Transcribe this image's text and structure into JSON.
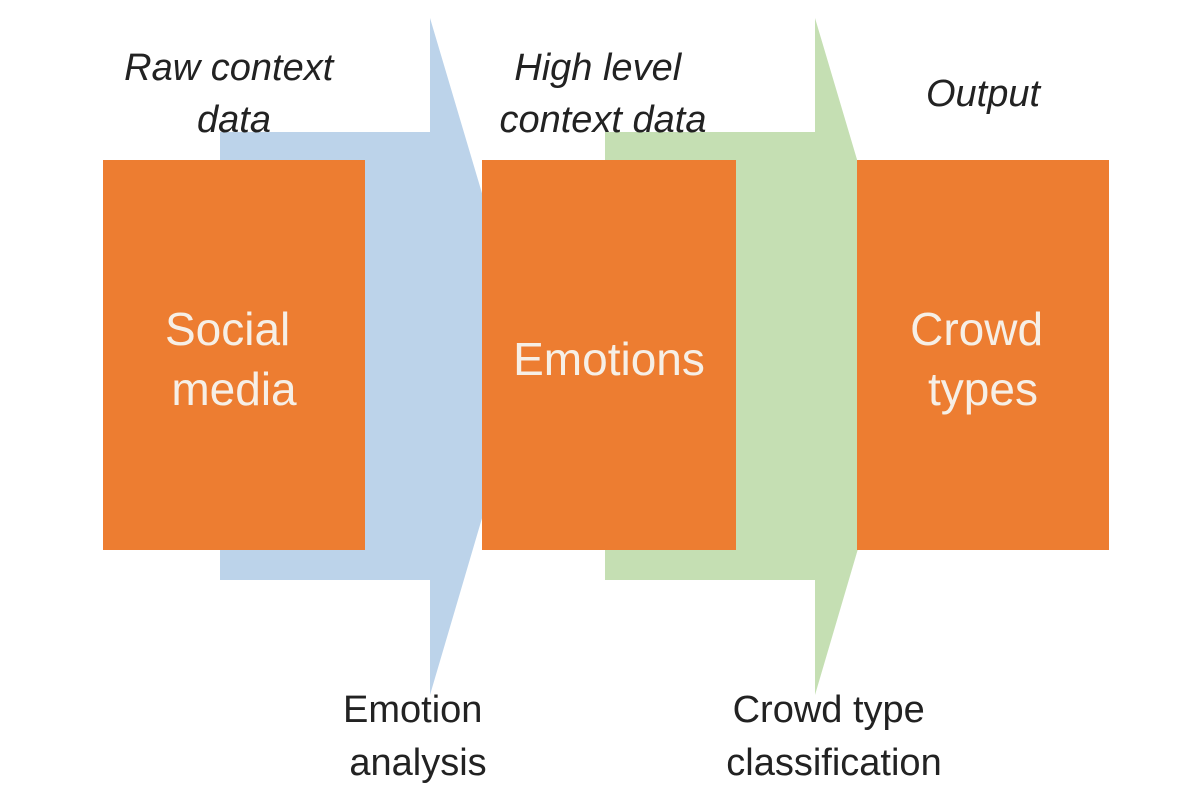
{
  "stages": [
    {
      "top_label": [
        "Raw context",
        "data"
      ],
      "box_label": [
        "Social",
        "media"
      ]
    },
    {
      "top_label": [
        "High level",
        "context data"
      ],
      "box_label": [
        "Emotions"
      ]
    },
    {
      "top_label": [
        "Output"
      ],
      "box_label": [
        "Crowd",
        "types"
      ]
    }
  ],
  "processes": [
    {
      "label": [
        "Emotion",
        "analysis"
      ],
      "color": "#bcd3ea"
    },
    {
      "label": [
        "Crowd type",
        "classification"
      ],
      "color": "#c5dfb3"
    }
  ],
  "colors": {
    "box": "#ed7d31",
    "box_text": "#f6efe6",
    "label_text": "#222222",
    "background": "#ffffff"
  }
}
